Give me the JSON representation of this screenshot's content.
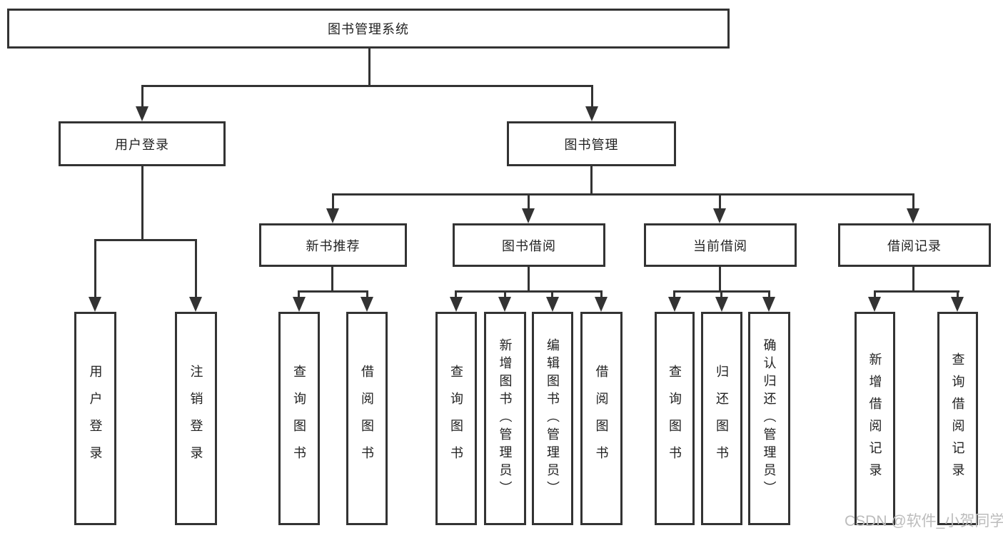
{
  "diagram_title": "图书管理系统",
  "watermark": "CSDN @软件_小贺同学",
  "colors": {
    "line": "#333333",
    "text": "#222222",
    "background": "#ffffff",
    "watermark": "#bcbcbc"
  },
  "nodes": {
    "root": {
      "label": "图书管理系统"
    },
    "login": {
      "label": "用户登录"
    },
    "mgmt": {
      "label": "图书管理"
    },
    "newbook": {
      "label": "新书推荐"
    },
    "borrow": {
      "label": "图书借阅"
    },
    "current": {
      "label": "当前借阅"
    },
    "records": {
      "label": "借阅记录"
    },
    "login_user": {
      "label": "用户登录"
    },
    "login_logout": {
      "label": "注销登录"
    },
    "newbook_query": {
      "label": "查询图书"
    },
    "newbook_borrow": {
      "label": "借阅图书"
    },
    "borrow_query": {
      "label": "查询图书"
    },
    "borrow_add": {
      "label": "新增图书（管理员）"
    },
    "borrow_edit": {
      "label": "编辑图书（管理员）"
    },
    "borrow_lend": {
      "label": "借阅图书"
    },
    "current_query": {
      "label": "查询图书"
    },
    "current_return": {
      "label": "归还图书"
    },
    "current_confirm": {
      "label": "确认归还（管理员）"
    },
    "records_add": {
      "label": "新增借阅记录"
    },
    "records_query": {
      "label": "查询借阅记录"
    }
  },
  "hierarchy": {
    "图书管理系统": {
      "用户登录": [
        "用户登录",
        "注销登录"
      ],
      "图书管理": {
        "新书推荐": [
          "查询图书",
          "借阅图书"
        ],
        "图书借阅": [
          "查询图书",
          "新增图书（管理员）",
          "编辑图书（管理员）",
          "借阅图书"
        ],
        "当前借阅": [
          "查询图书",
          "归还图书",
          "确认归还（管理员）"
        ],
        "借阅记录": [
          "新增借阅记录",
          "查询借阅记录"
        ]
      }
    }
  }
}
